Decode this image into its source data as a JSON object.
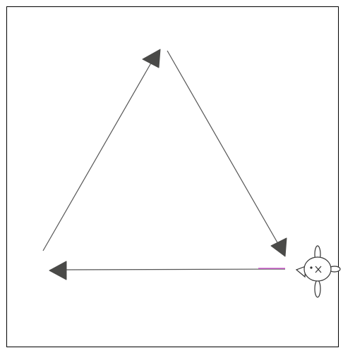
{
  "diagram": {
    "line_color": "#555555",
    "arrowhead_color": "#4a4a48",
    "highlight_color": "#d060d0",
    "sprite_color": "#333333",
    "arrows": [
      {
        "name": "arrow-left-up"
      },
      {
        "name": "arrow-right-down"
      },
      {
        "name": "arrow-bottom-left"
      }
    ],
    "sprite_icon": "turtle-sprite-icon"
  }
}
